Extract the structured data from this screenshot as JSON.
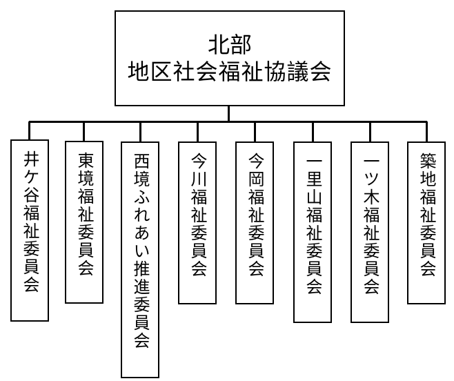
{
  "root": {
    "line1": "北部",
    "line2": "地区社会福祉協議会"
  },
  "children": [
    {
      "label": "井ケ谷福祉委員会"
    },
    {
      "label": "東境福祉委員会"
    },
    {
      "label": "西境ふれあい推進委員会"
    },
    {
      "label": "今川福祉委員会"
    },
    {
      "label": "今岡福祉委員会"
    },
    {
      "label": "一里山福祉委員会"
    },
    {
      "label": "一ツ木福祉委員会"
    },
    {
      "label": "築地福祉委員会"
    }
  ]
}
